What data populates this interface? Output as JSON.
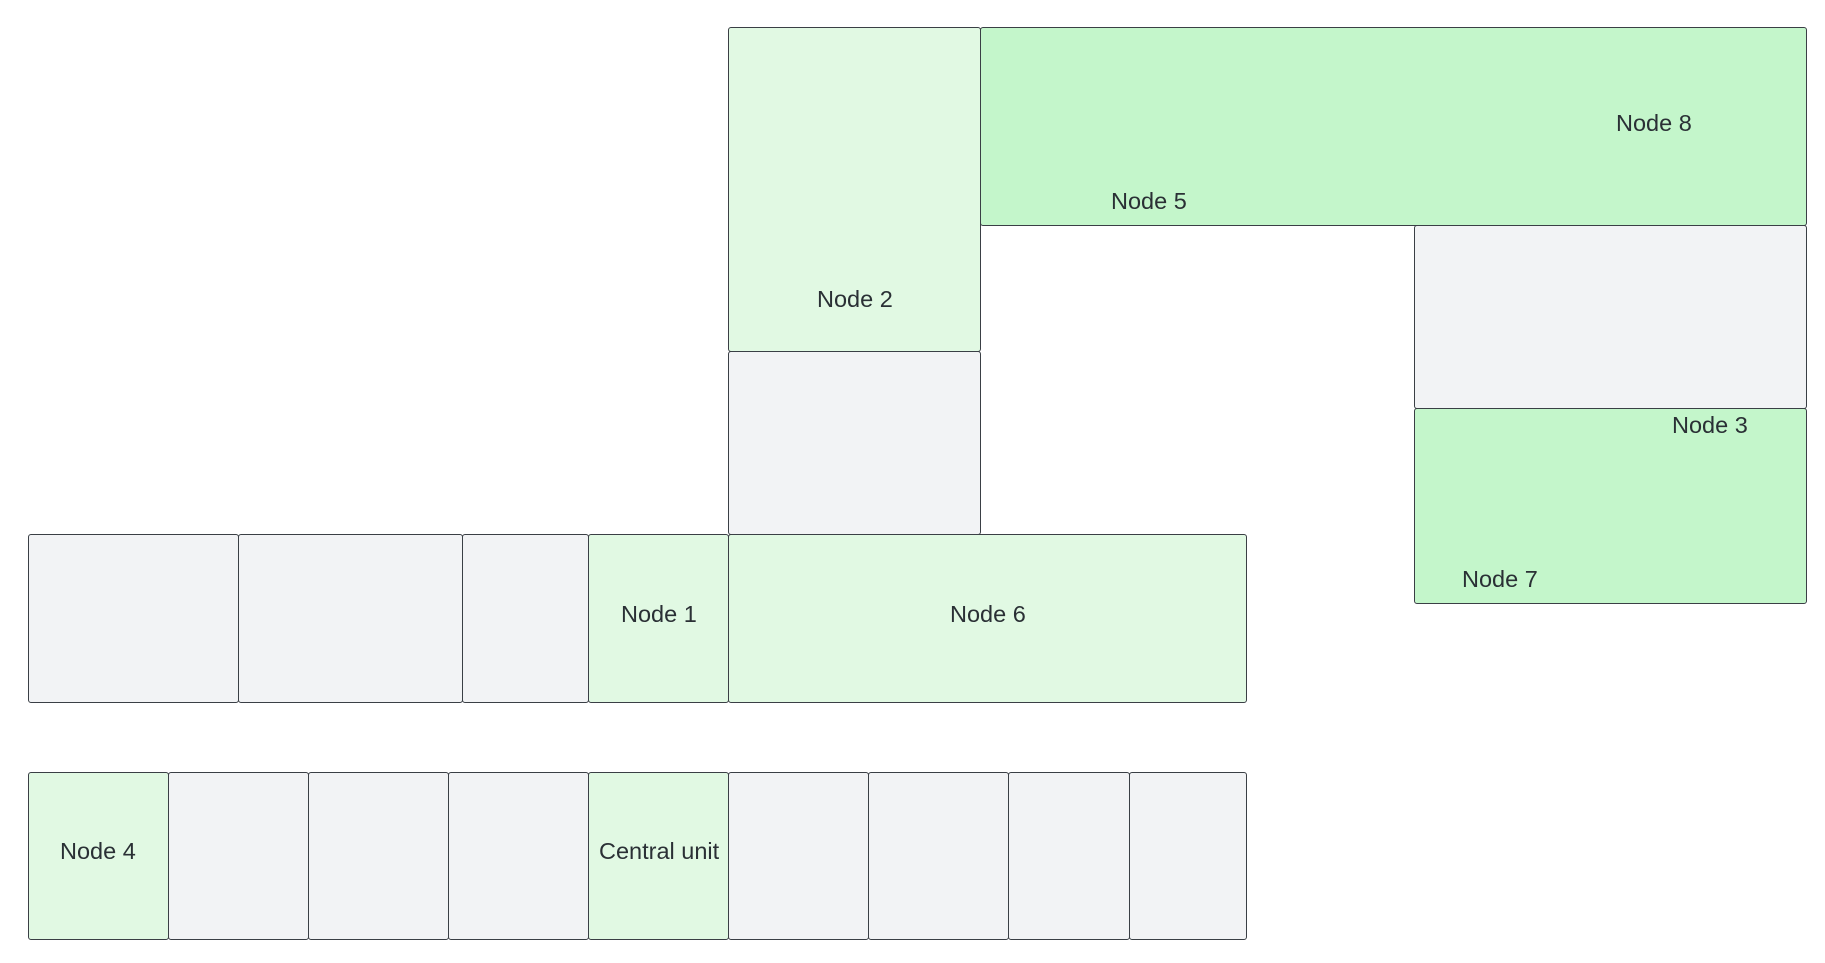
{
  "colors": {
    "empty": "#f2f3f5",
    "light_green": "#e1f9e3",
    "mid_green": "#c4f6cb",
    "border": "#3a3f45",
    "text": "#2a3035"
  },
  "cells": [
    {
      "id": "node-2-cell",
      "fill": "light_green"
    },
    {
      "id": "node-5-8-cell",
      "fill": "mid_green"
    },
    {
      "id": "empty-right-upper-cell",
      "fill": "empty"
    },
    {
      "id": "node-3-7-cell",
      "fill": "mid_green"
    },
    {
      "id": "empty-center-cell",
      "fill": "empty"
    },
    {
      "id": "empty-row1-cell-1",
      "fill": "empty"
    },
    {
      "id": "empty-row1-cell-2",
      "fill": "empty"
    },
    {
      "id": "empty-row1-cell-3",
      "fill": "empty"
    },
    {
      "id": "node-1-cell",
      "fill": "light_green"
    },
    {
      "id": "node-6-cell",
      "fill": "light_green"
    },
    {
      "id": "node-4-cell",
      "fill": "light_green"
    },
    {
      "id": "empty-row2-cell-2",
      "fill": "empty"
    },
    {
      "id": "empty-row2-cell-3",
      "fill": "empty"
    },
    {
      "id": "empty-row2-cell-4",
      "fill": "empty"
    },
    {
      "id": "central-unit-cell",
      "fill": "light_green"
    },
    {
      "id": "empty-row2-cell-6",
      "fill": "empty"
    },
    {
      "id": "empty-row2-cell-7",
      "fill": "empty"
    },
    {
      "id": "empty-row2-cell-8",
      "fill": "empty"
    },
    {
      "id": "empty-row2-cell-9",
      "fill": "empty"
    }
  ],
  "labels": {
    "node_1": "Node 1",
    "node_2": "Node 2",
    "node_3": "Node 3",
    "node_4": "Node 4",
    "node_5": "Node 5",
    "node_6": "Node 6",
    "node_7": "Node 7",
    "node_8": "Node 8",
    "central_unit": "Central unit"
  }
}
